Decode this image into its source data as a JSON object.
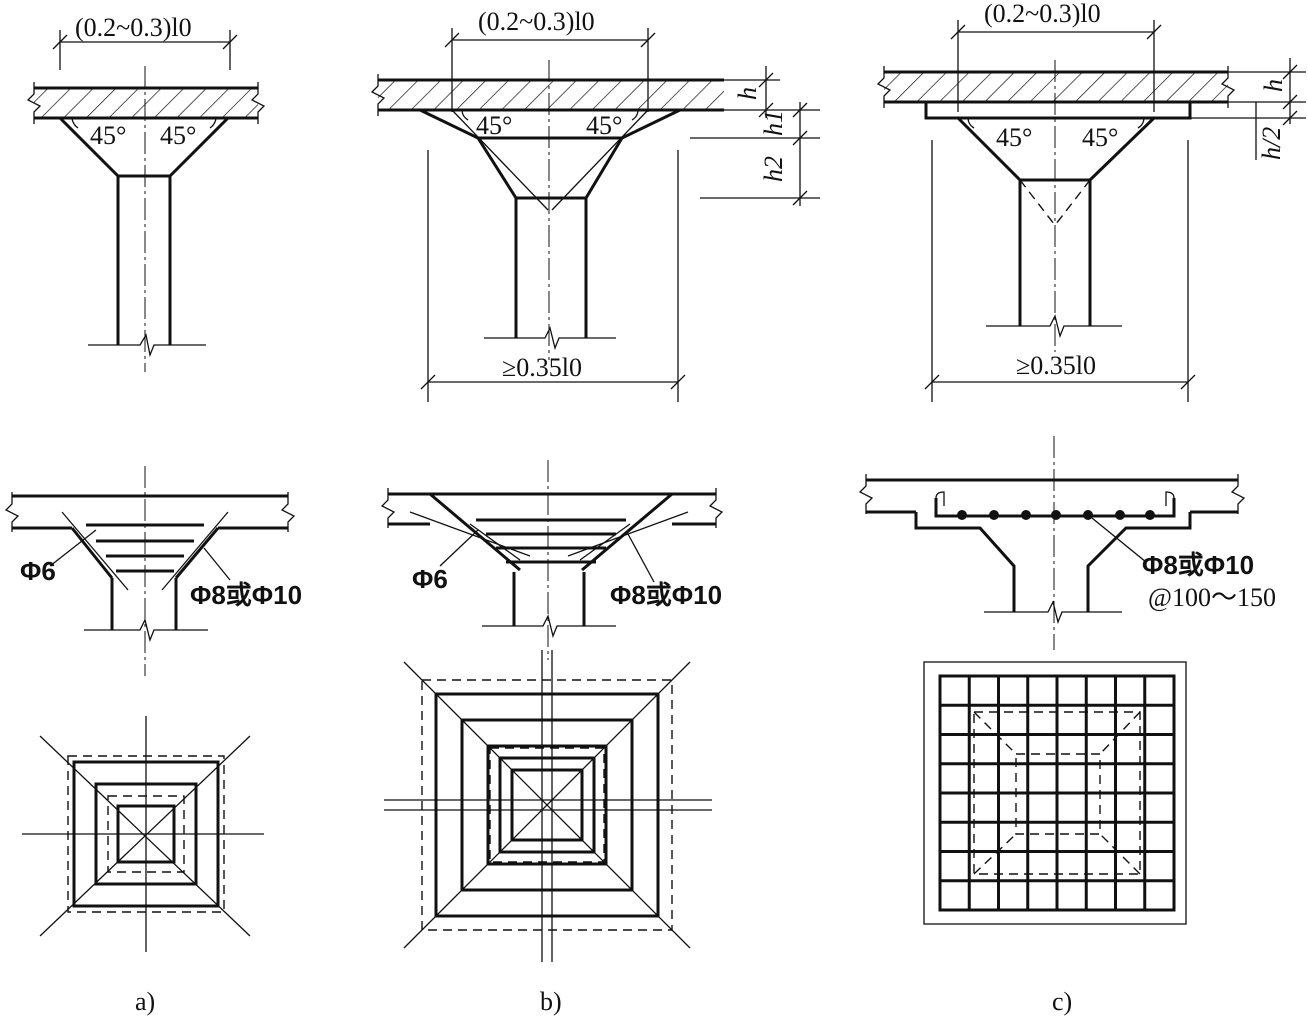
{
  "texts": {
    "span_label_a": "(0.2~0.3)l0",
    "span_label_b": "(0.2~0.3)l0",
    "span_label_c": "(0.2~0.3)l0",
    "angle_left_a": "45°",
    "angle_right_a": "45°",
    "angle_left_b": "45°",
    "angle_right_b": "45°",
    "angle_left_c": "45°",
    "angle_right_c": "45°",
    "dim_h_b": "h",
    "dim_h1_b": "h1",
    "dim_h2_b": "h2",
    "dim_h_c": "h",
    "dim_h2half_c": "h/2",
    "width_label_b": "≥0.35l0",
    "width_label_c": "≥0.35l0",
    "bar_phi6_a": "Φ6",
    "bar_phi8_a": "Φ8或Φ10",
    "bar_phi6_b": "Φ6",
    "bar_phi8_b": "Φ8或Φ10",
    "bar_phi8_c": "Φ8或Φ10",
    "bar_spacing_c": "@100～150",
    "caption_a": "a)",
    "caption_b": "b)",
    "caption_c": "c)"
  }
}
